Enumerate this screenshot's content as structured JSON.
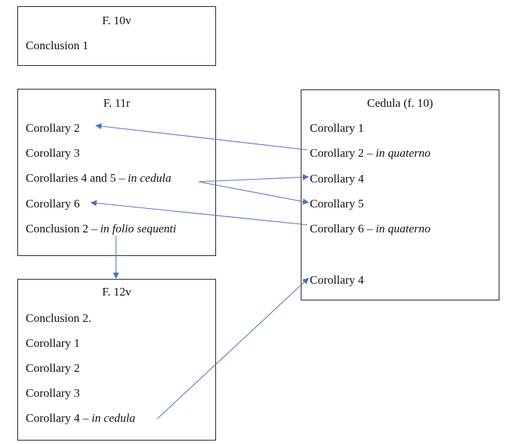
{
  "boxes": {
    "f10v": {
      "title": "F. 10v",
      "lines": [
        {
          "text": "Conclusion 1",
          "italic": ""
        }
      ]
    },
    "f11r": {
      "title": "F. 11r",
      "lines": [
        {
          "text": "Corollary 2",
          "italic": ""
        },
        {
          "text": "Corollary 3",
          "italic": ""
        },
        {
          "text": "Corollaries 4 and 5 – ",
          "italic": "in cedula"
        },
        {
          "text": "Corollary 6",
          "italic": ""
        },
        {
          "text": "Conclusion 2 – ",
          "italic": "in folio sequenti"
        }
      ]
    },
    "f12v": {
      "title": "F. 12v",
      "lines": [
        {
          "text": "Conclusion 2.",
          "italic": ""
        },
        {
          "text": "Corollary 1",
          "italic": ""
        },
        {
          "text": "Corollary 2",
          "italic": ""
        },
        {
          "text": "Corollary 3",
          "italic": ""
        },
        {
          "text": "Corollary 4 – ",
          "italic": "in cedula"
        }
      ]
    },
    "cedula": {
      "title": "Cedula (f. 10)",
      "lines": [
        {
          "text": "Corollary 1",
          "italic": ""
        },
        {
          "text": "Corollary 2 – ",
          "italic": "in quaterno"
        },
        {
          "text": "Corollary 4",
          "italic": ""
        },
        {
          "text": "Corollary 5",
          "italic": ""
        },
        {
          "text": "Corollary 6 – ",
          "italic": "in quaterno"
        },
        {
          "text": "Corollary 4",
          "italic": ""
        }
      ]
    }
  },
  "colors": {
    "arrow": "#4a72b8",
    "border": "#1a1a1a"
  }
}
